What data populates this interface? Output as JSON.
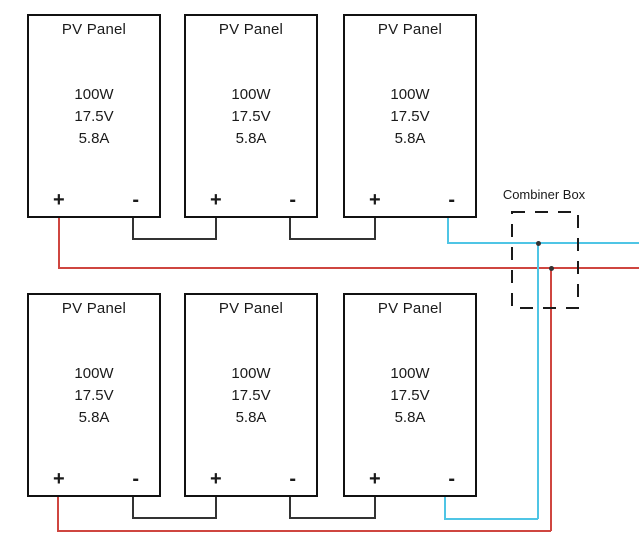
{
  "panel": {
    "title": "PV Panel",
    "power": "100W",
    "voltage": "17.5V",
    "current": "5.8A",
    "positive_label": "+",
    "negative_label": "-"
  },
  "combiner": {
    "label": "Combiner Box"
  },
  "colors": {
    "background": "#ffffff",
    "text": "#1a1a1a",
    "border": "#111111",
    "wire-series": "#333333",
    "wire-positive": "#cf4640",
    "wire-negative": "#4fc5e5"
  }
}
